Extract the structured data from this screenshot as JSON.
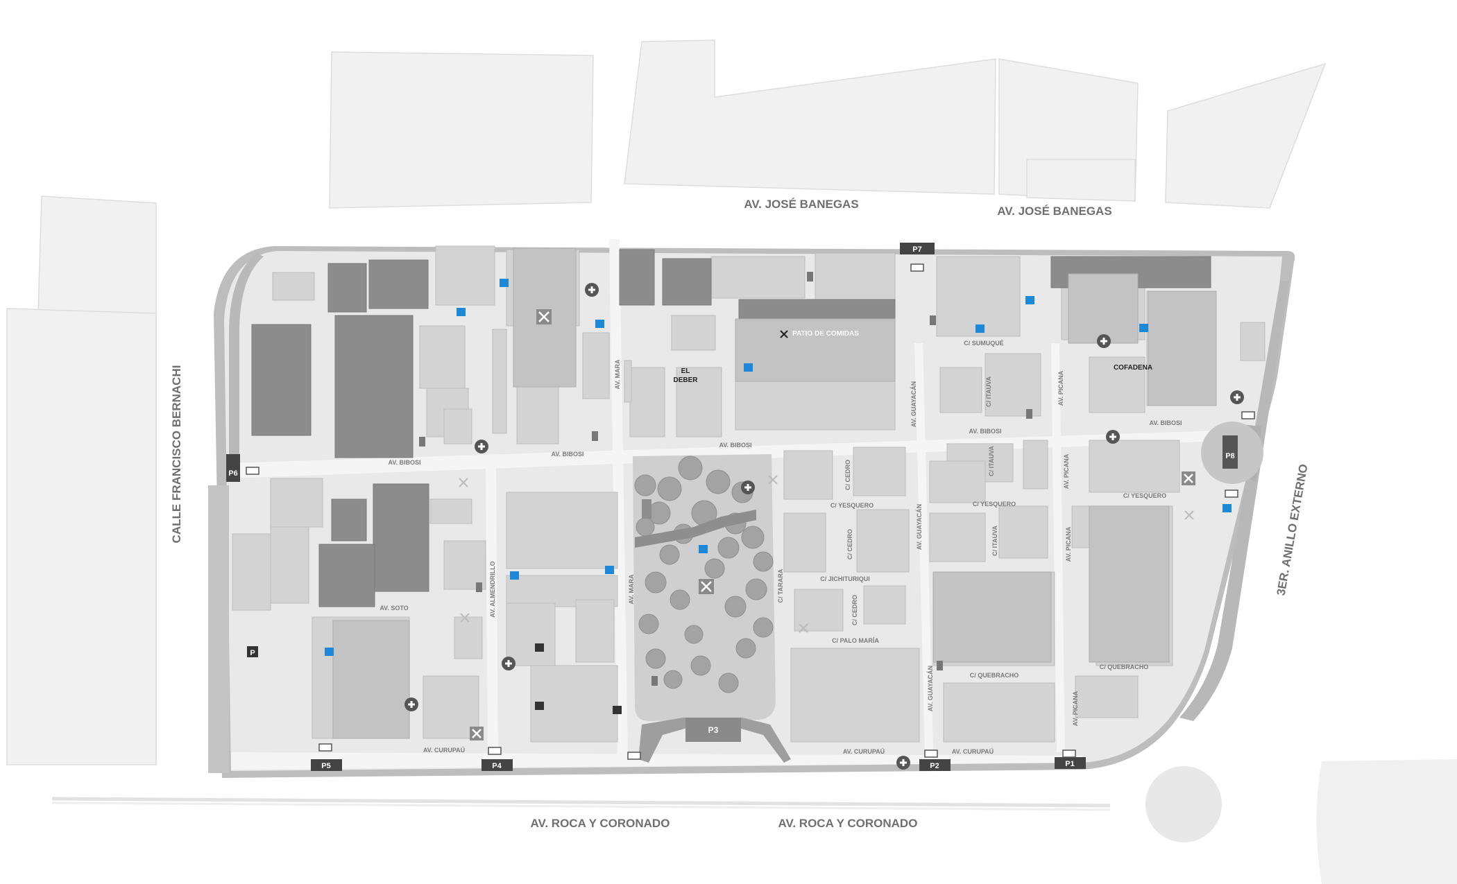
{
  "map": {
    "avenues": {
      "jose_banegas": "AV. JOSÉ BANEGAS",
      "roca_coronado": "AV. ROCA Y CORONADO",
      "francisco_bernachi": "CALLE FRANCISCO BERNACHI",
      "anillo_externo": "3ER. ANILLO EXTERNO"
    },
    "streets": {
      "bibosi": "AV. BIBOSI",
      "mara": "AV. MARA",
      "guayacan": "AV. GUAYACÁN",
      "picana": "AV. PICANA",
      "almendrillo": "AV. ALMENDRILLO",
      "soto": "AV. SOTO",
      "curupau": "AV. CURUPAÚ",
      "tarara": "C/ TARARA",
      "cedro": "C/ CEDRO",
      "yesquero": "C/ YESQUERO",
      "jichituriqui": "C/ JICHITURIQUI",
      "palo_maria": "C/ PALO MARÍA",
      "quebracho": "C/ QUEBRACHO",
      "sumuque": "C/ SUMUQUÉ",
      "itauva": "C/ ITAUVA"
    },
    "places": {
      "patio": "PATIO DE COMIDAS",
      "el_deber_1": "EL",
      "el_deber_2": "DEBER",
      "cofadena": "COFADENA"
    },
    "parking": {
      "p1": "P1",
      "p2": "P2",
      "p3": "P3",
      "p4": "P4",
      "p5": "P5",
      "p6": "P6",
      "p7": "P7",
      "p8": "P8",
      "p": "P"
    },
    "icons": {
      "first_aid": "first-aid-icon",
      "restroom": "restroom-icon",
      "info": "information-icon",
      "fire": "fire-extinguisher-icon",
      "entrance": "entrance-icon",
      "food": "food-icon"
    },
    "colors": {
      "background": "#ffffff",
      "ground": "#e9e9e9",
      "building": "#d3d3d3",
      "building_dark": "#8a8a8a",
      "road_label": "#6f6f6f",
      "restroom_blue": "#1e88d8",
      "park_tree": "#a3a3a3"
    }
  }
}
